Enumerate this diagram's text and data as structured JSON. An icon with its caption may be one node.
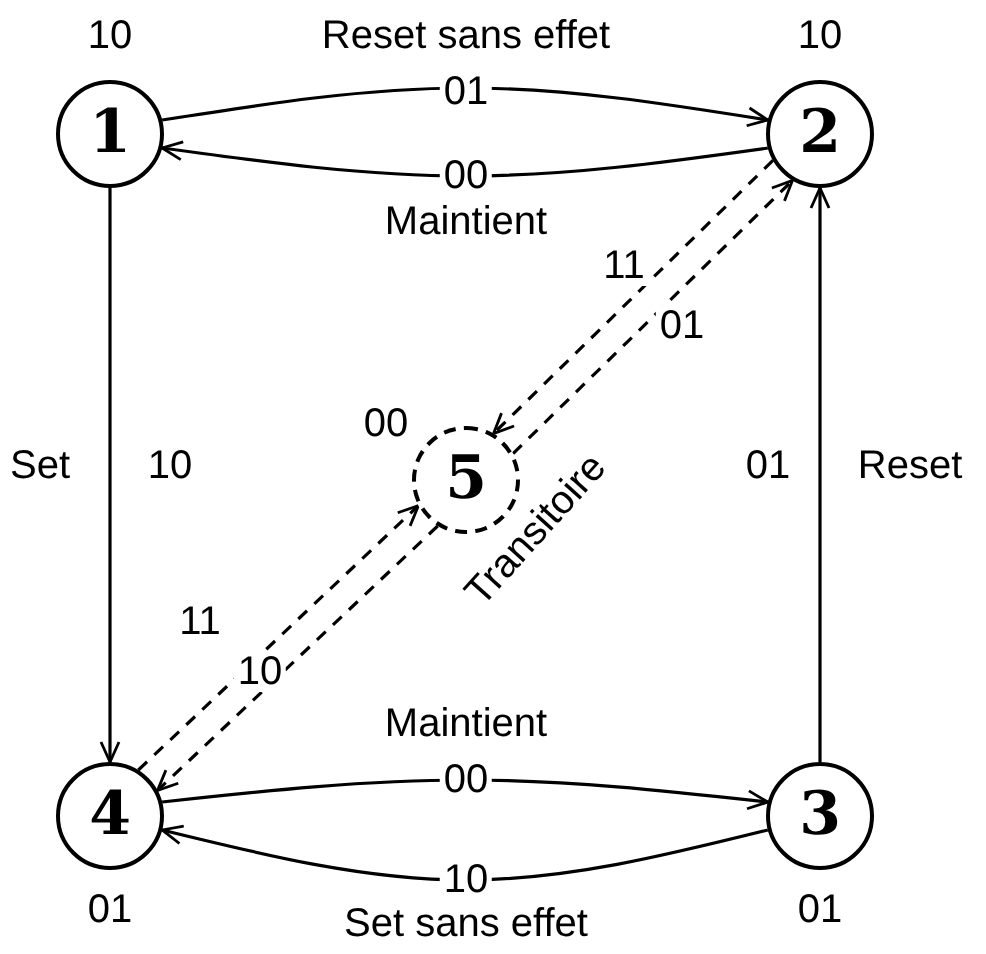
{
  "diagram": {
    "nodes": [
      {
        "text": [
          "1"
        ],
        "beside": [
          "10"
        ]
      },
      {
        "text": [
          "2"
        ],
        "beside": [
          "10"
        ]
      },
      {
        "text": [
          "3"
        ],
        "beside": [
          "01"
        ]
      },
      {
        "text": [
          "4"
        ],
        "beside": [
          "01"
        ]
      },
      {
        "text": [
          "5"
        ],
        "beside": [
          "00"
        ]
      }
    ],
    "edges": [
      {
        "from": 0,
        "to": 1,
        "arrow": "to",
        "label": "01"
      },
      {
        "from": 1,
        "to": 0,
        "arrow": "to",
        "label": "00"
      },
      {
        "from": 0,
        "to": 3,
        "arrow": "to",
        "label": "10"
      },
      {
        "from": 2,
        "to": 1,
        "arrow": "to",
        "label": "01"
      },
      {
        "from": 3,
        "to": 2,
        "arrow": "to",
        "label": "00"
      },
      {
        "from": 2,
        "to": 3,
        "arrow": "to",
        "label": "10"
      },
      {
        "from": 1,
        "to": 4,
        "arrow": "to",
        "label": "11",
        "style": "dashed"
      },
      {
        "from": 4,
        "to": 1,
        "arrow": "to",
        "label": "01",
        "style": "dashed"
      },
      {
        "from": 3,
        "to": 4,
        "arrow": "to",
        "label": "11",
        "style": "dashed"
      },
      {
        "from": 4,
        "to": 3,
        "arrow": "to",
        "label": "10",
        "style": "dashed"
      }
    ],
    "labels": [
      "Reset sans effet",
      "Maintient",
      "Set",
      "Reset",
      "Transitoire",
      "Maintient",
      "Set sans effet"
    ]
  }
}
